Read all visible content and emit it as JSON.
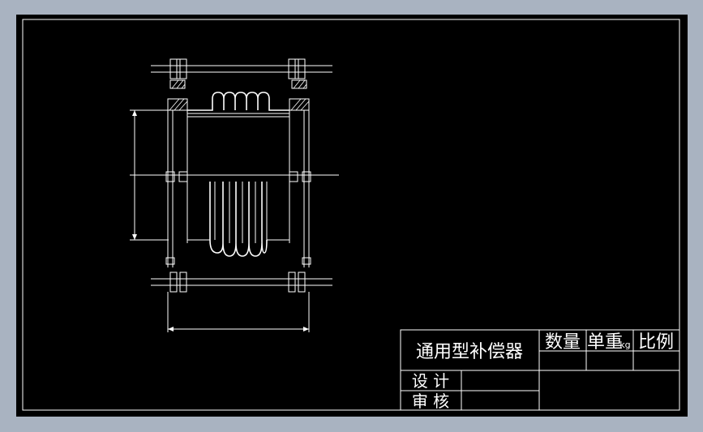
{
  "title_block": {
    "product_name": "通用型补偿器",
    "col_quantity": "数量",
    "col_unit_weight": "单重",
    "col_unit_weight_unit": "kg",
    "col_scale": "比例",
    "row_design": "设 计",
    "row_review": "审 核"
  }
}
